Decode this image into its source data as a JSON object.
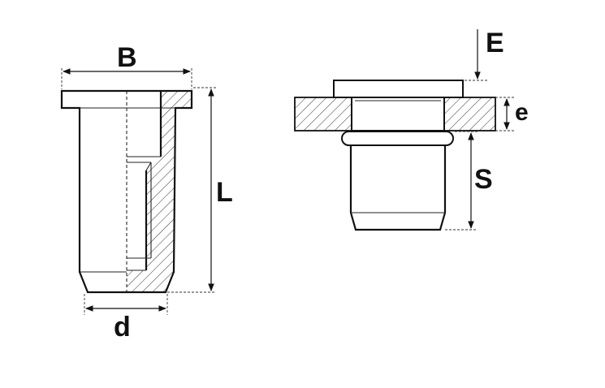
{
  "labels": {
    "B": "B",
    "L": "L",
    "d": "d",
    "E": "E",
    "e": "e",
    "S": "S"
  }
}
